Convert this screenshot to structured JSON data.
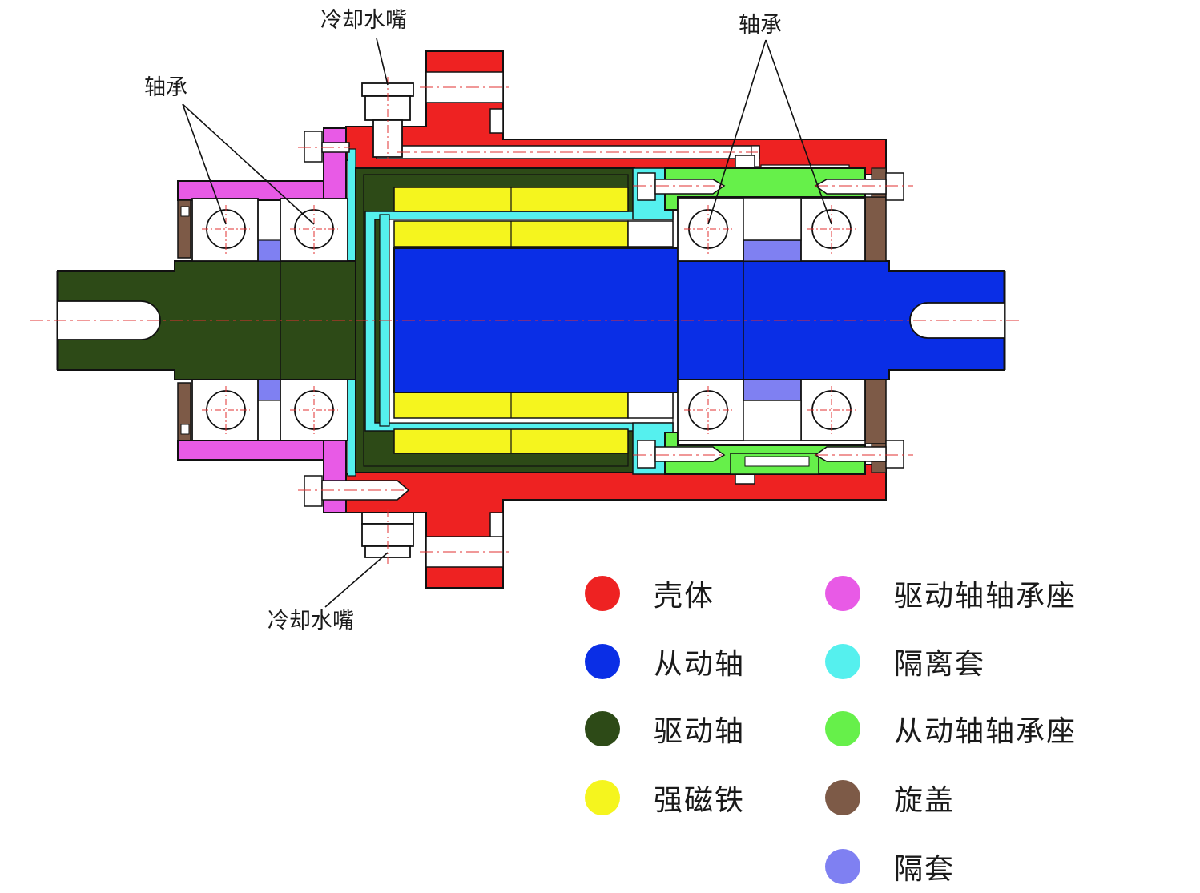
{
  "callouts": {
    "bearing_left": "轴承",
    "bearing_right": "轴承",
    "nozzle_top": "冷却水嘴",
    "nozzle_bottom": "冷却水嘴"
  },
  "colors": {
    "housing": "#ee2222",
    "driven_shaft": "#0a2ee6",
    "drive_shaft": "#2d4a17",
    "magnet": "#f5f51e",
    "drive_bearing_seat": "#e85ae6",
    "spacer_sleeve": "#55f0ee",
    "driven_bearing_seat": "#66f04a",
    "screw_cap": "#7d5a47",
    "spacer": "#7f80f2"
  },
  "legend": [
    {
      "label": "壳体",
      "color": "#ee2222"
    },
    {
      "label": "驱动轴轴承座",
      "color": "#e85ae6"
    },
    {
      "label": "从动轴",
      "color": "#0a2ee6"
    },
    {
      "label": "隔离套",
      "color": "#55f0ee"
    },
    {
      "label": "驱动轴",
      "color": "#2d4a17"
    },
    {
      "label": "从动轴轴承座",
      "color": "#66f04a"
    },
    {
      "label": "强磁铁",
      "color": "#f5f51e"
    },
    {
      "label": "旋盖",
      "color": "#7d5a47"
    },
    {
      "label": "隔套",
      "color": "#7f80f2"
    }
  ]
}
